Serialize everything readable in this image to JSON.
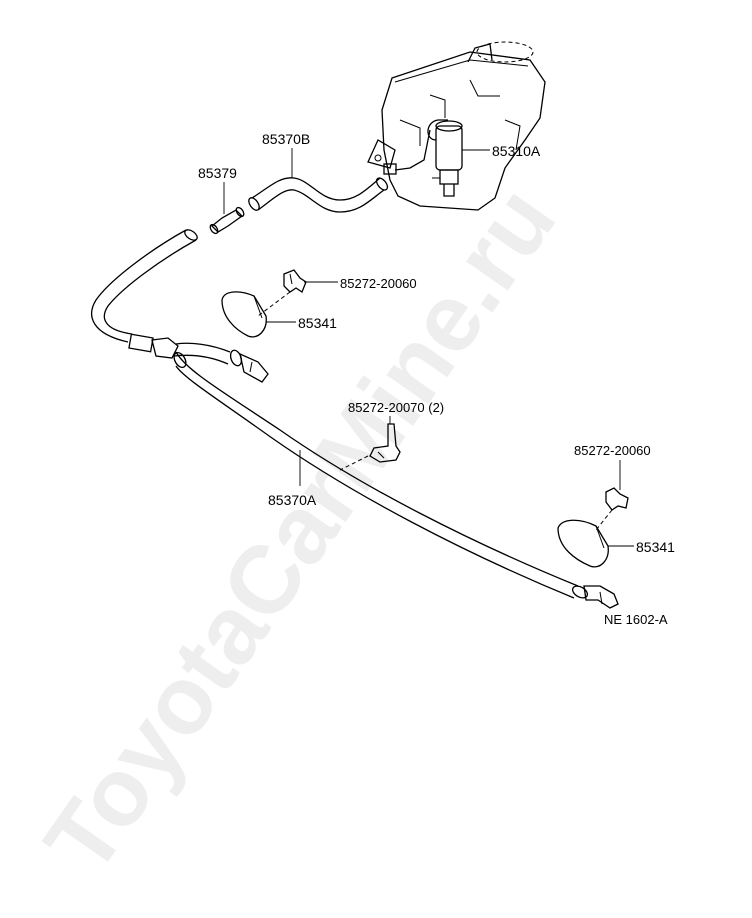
{
  "watermark": "ToyotaCarMine.ru",
  "labels": {
    "tank_pump": "85310A",
    "hose_b": "85370B",
    "joint": "85379",
    "clip_upper": "85272-20060",
    "nozzle_upper": "85341",
    "clip_mid": "85272-20070 (2)",
    "hose_a": "85370A",
    "clip_lower": "85272-20060",
    "nozzle_lower": "85341",
    "figure_code": "NE 1602-A"
  }
}
